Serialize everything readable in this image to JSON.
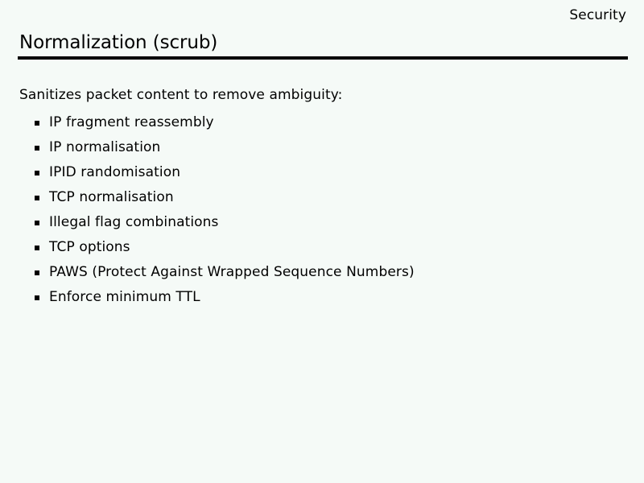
{
  "slide": {
    "header_label": "Security",
    "title": "Normalization (scrub)",
    "lead_text": "Sanitizes packet content to remove ambiguity:",
    "bullet_marker": "square-bullet",
    "bullets": [
      {
        "label": "IP fragment reassembly"
      },
      {
        "label": "IP normalisation"
      },
      {
        "label": "IPID randomisation"
      },
      {
        "label": "TCP normalisation"
      },
      {
        "label": "Illegal flag combinations"
      },
      {
        "label": "TCP options"
      },
      {
        "label": "PAWS (Protect Against Wrapped Sequence Numbers)"
      },
      {
        "label": "Enforce minimum TTL"
      }
    ],
    "colors": {
      "background": "#f5faf7",
      "text": "#000000",
      "rule": "#000000"
    }
  }
}
